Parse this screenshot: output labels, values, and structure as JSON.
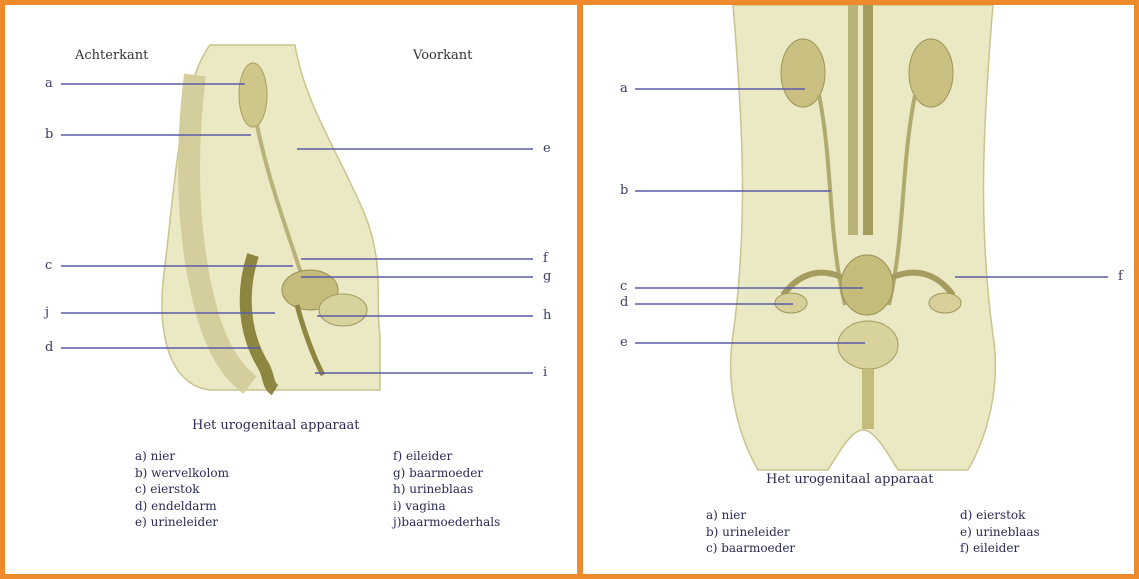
{
  "left": {
    "header_back": "Achterkant",
    "header_front": "Voorkant",
    "letters": {
      "a": "a",
      "b": "b",
      "c": "c",
      "j": "j",
      "d": "d",
      "e": "e",
      "f": "f",
      "g": "g",
      "h": "h",
      "i": "i"
    },
    "caption": "Het urogenitaal apparaat",
    "legend_col1": [
      "a) nier",
      "b) wervelkolom",
      "c) eierstok",
      "d) endeldarm",
      "e) urineleider"
    ],
    "legend_col2": [
      "f) eileider",
      "g) baarmoeder",
      "h) urineblaas",
      "i) vagina",
      "j)baarmoederhals"
    ]
  },
  "right": {
    "letters": {
      "a": "a",
      "b": "b",
      "c": "c",
      "d": "d",
      "e": "e",
      "f": "f"
    },
    "caption": "Het urogenitaal apparaat",
    "legend_col1": [
      "a) nier",
      "b) urineleider",
      "c) baarmoeder"
    ],
    "legend_col2": [
      "d) eierstok",
      "e) urineblaas",
      "f) eileider"
    ]
  },
  "colors": {
    "border": "#ee8a2c",
    "line": "#5a5aa8",
    "anatomy": "#e6e3b8",
    "anatomy_dark": "#b9b27a"
  }
}
